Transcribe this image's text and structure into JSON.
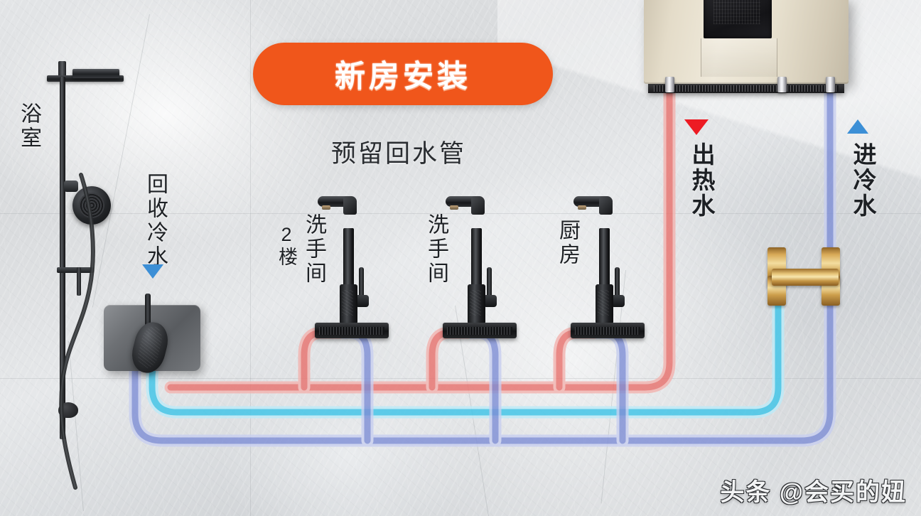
{
  "title_badge": {
    "text": "新房安装"
  },
  "sub_label": {
    "text": "预留回水管"
  },
  "labels": {
    "bathroom": "浴室",
    "recycle_cold_water": "回收冷水",
    "floor2": "2楼",
    "washroom_1": "洗手间",
    "washroom_2": "洗手间",
    "kitchen": "厨房",
    "hot_water_out": "出热水",
    "cold_water_in": "进冷水"
  },
  "icons": {
    "hot_arrow": "triangle-down-red-icon",
    "recycle_arrow": "triangle-down-blue-icon",
    "cold_arrow": "triangle-up-blue-icon"
  },
  "colors": {
    "badge_orange": "#F0561B",
    "hot_pipe_red": "#E8736F",
    "hot_pipe_red_light": "#F2B0AC",
    "return_pipe_cyan": "#45C6E8",
    "cold_pipe_blue": "#7E8ED6",
    "brass": "#D8A957",
    "heater_body": "#E7E0CE",
    "arrow_red": "#ED1B23",
    "arrow_blue": "#3C8FD6",
    "wall_gray": "#DCDEE0"
  },
  "equipment": {
    "water_heater": "gas-water-heater",
    "shower_column": "shower-column",
    "mixer_valve": "concealed-mixer-valve",
    "brass_tee": "brass-tee-fitting",
    "faucets": [
      "faucet-washroom-2f",
      "faucet-washroom",
      "faucet-kitchen"
    ]
  },
  "watermark": {
    "text": "头条 @会买的妞"
  }
}
